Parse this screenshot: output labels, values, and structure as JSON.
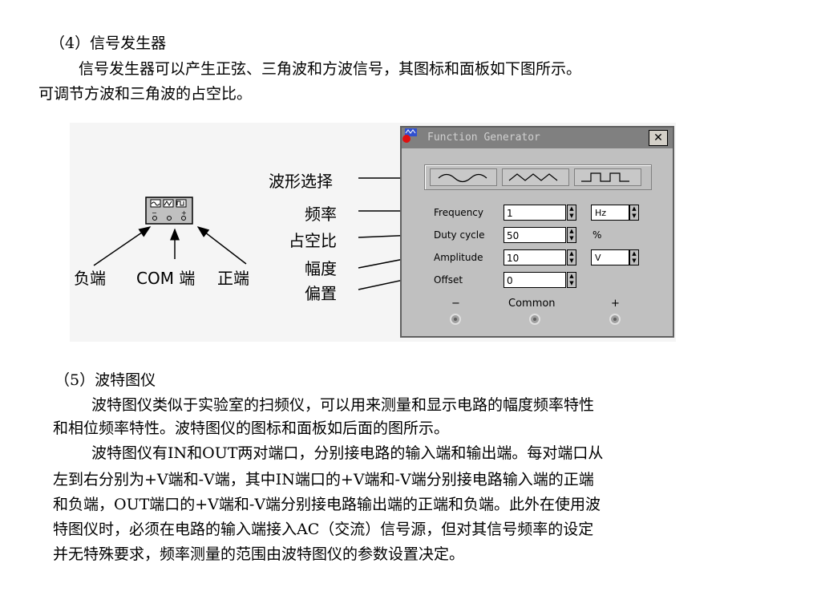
{
  "section4": {
    "heading": "（4）信号发生器",
    "para_line1": "信号发生器可以产生正弦、三角波和方波信号，其图标和面板如下图所示。",
    "para_line2": "可调节方波和三角波的占空比。"
  },
  "figure": {
    "icon_labels": {
      "negative": "负端",
      "com": "COM 端",
      "positive": "正端"
    },
    "callouts": [
      "波形选择",
      "频率",
      "占空比",
      "幅度",
      "偏置"
    ],
    "panel": {
      "title": "Function Generator",
      "close": "✕",
      "rows": [
        {
          "label": "Frequency",
          "value": "1",
          "unit": "Hz"
        },
        {
          "label": "Duty cycle",
          "value": "50",
          "unit": "%"
        },
        {
          "label": "Amplitude",
          "value": "10",
          "unit": "V"
        },
        {
          "label": "Offset",
          "value": "0",
          "unit": ""
        }
      ],
      "terminals": {
        "minus": "−",
        "common": "Common",
        "plus": "+"
      },
      "wave_buttons": [
        "sine-wave-icon",
        "triangle-wave-icon",
        "square-wave-icon"
      ]
    }
  },
  "section5": {
    "heading": "（5）波特图仪",
    "lines": [
      "波特图仪类似于实验室的扫频仪，可以用来测量和显示电路的幅度频率特性",
      "和相位频率特性。波特图仪的图标和面板如后面的图所示。",
      "波特图仪有IN和OUT两对端口，分别接电路的输入端和输出端。每对端口从",
      "左到右分别为+V端和-V端，其中IN端口的+V端和-V端分别接电路输入端的正端",
      "和负端，OUT端口的+V端和-V端分别接电路输出端的正端和负端。此外在使用波",
      "特图仪时，必须在电路的输入端接入AC（交流）信号源，但对其信号频率的设定",
      "并无特殊要求，频率测量的范围由波特图仪的参数设置决定。"
    ]
  }
}
